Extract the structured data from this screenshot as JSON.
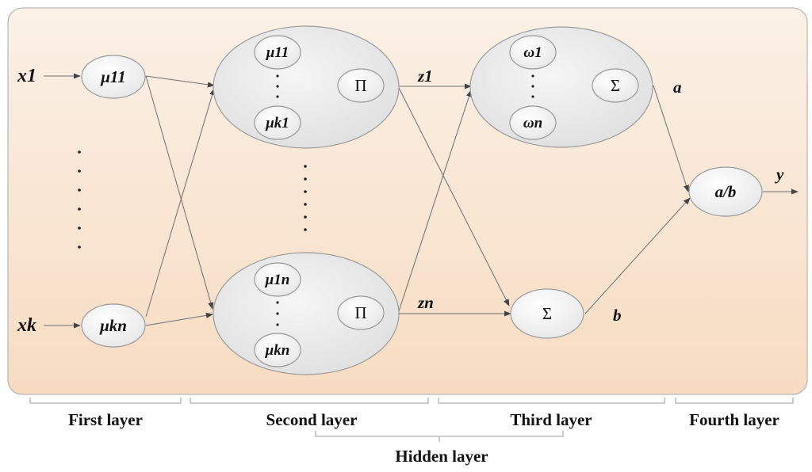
{
  "inputs": {
    "x1": "x1",
    "xk": "xk"
  },
  "first_layer": {
    "top": "μ11",
    "bottom": "μkn"
  },
  "second_layer": {
    "top": {
      "m1": "μ11",
      "m2": "μk1",
      "op": "Π"
    },
    "bottom": {
      "m1": "μ1n",
      "m2": "μkn",
      "op": "Π"
    }
  },
  "third_layer": {
    "top": {
      "w1": "ω1",
      "w2": "ωn",
      "op": "Σ"
    },
    "bottom": {
      "op": "Σ"
    }
  },
  "edge_labels": {
    "z1": "z1",
    "zn": "zn",
    "a": "a",
    "b": "b",
    "y": "y"
  },
  "output_node": "a/b",
  "layers": {
    "first": "First layer",
    "second": "Second layer",
    "third": "Third layer",
    "fourth": "Fourth layer",
    "hidden": "Hidden layer"
  }
}
